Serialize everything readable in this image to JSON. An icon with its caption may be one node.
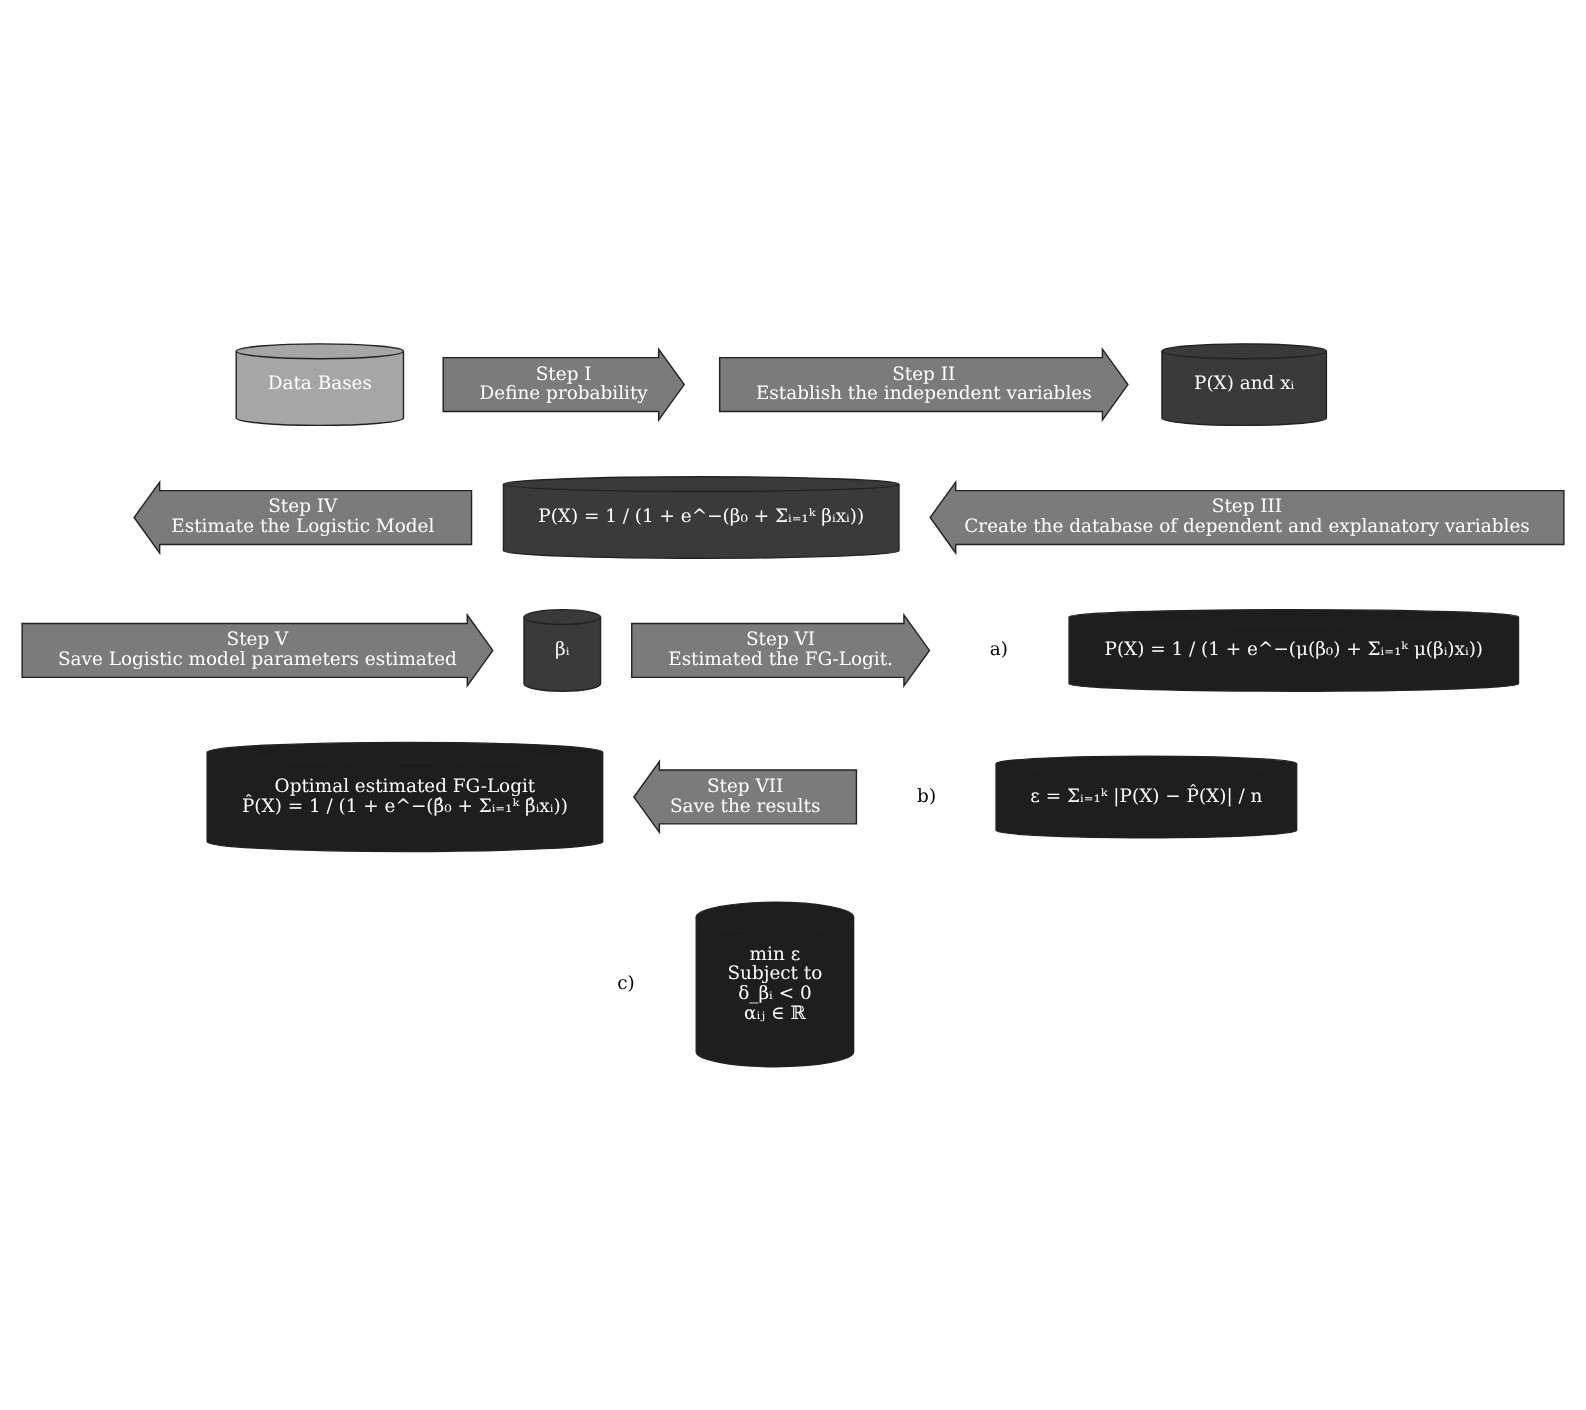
{
  "diagram": {
    "nodes": [
      {
        "text": [
          "Data Bases"
        ]
      },
      {
        "text": [
          "Step I",
          "Define probability"
        ]
      },
      {
        "text": [
          "Step II",
          "Establish the independent variables"
        ]
      },
      {
        "text": [
          "P(X) and xᵢ"
        ]
      },
      {
        "text": [
          "Step III",
          "Create the database of dependent and explanatory variables"
        ]
      },
      {
        "text": [
          "P(X) = 1 / (1 + e^−(β₀ + Σᵢ₌₁ᵏ βᵢxᵢ))"
        ]
      },
      {
        "text": [
          "Step IV",
          "Estimate the Logistic Model"
        ]
      },
      {
        "text": [
          "Step V",
          "Save Logistic model parameters estimated"
        ]
      },
      {
        "text": [
          "βᵢ"
        ]
      },
      {
        "text": [
          "Step VI",
          "Estimated the FG-Logit."
        ]
      },
      {
        "text": [
          "P(X) = 1 / (1 + e^−(μ(β₀) + Σᵢ₌₁ᵏ μ(βᵢ)xᵢ))"
        ],
        "beside": [
          "a)"
        ]
      },
      {
        "text": [
          "ε = Σᵢ₌₁ᵏ |P(X) − P̂(X)| / n"
        ],
        "beside": [
          "b)"
        ]
      },
      {
        "text": [
          "min ε",
          "Subject to",
          "δ_βᵢ < 0",
          "αᵢⱼ ∈ ℝ"
        ],
        "beside": [
          "c)"
        ]
      },
      {
        "text": [
          "Step VII",
          "Save the results"
        ]
      },
      {
        "text": [
          "Optimal estimated FG-Logit",
          "P̂(X) = 1 / (1 + e^−(β̂₀ + Σᵢ₌₁ᵏ β̂ᵢxᵢ))"
        ]
      }
    ],
    "edges": []
  }
}
